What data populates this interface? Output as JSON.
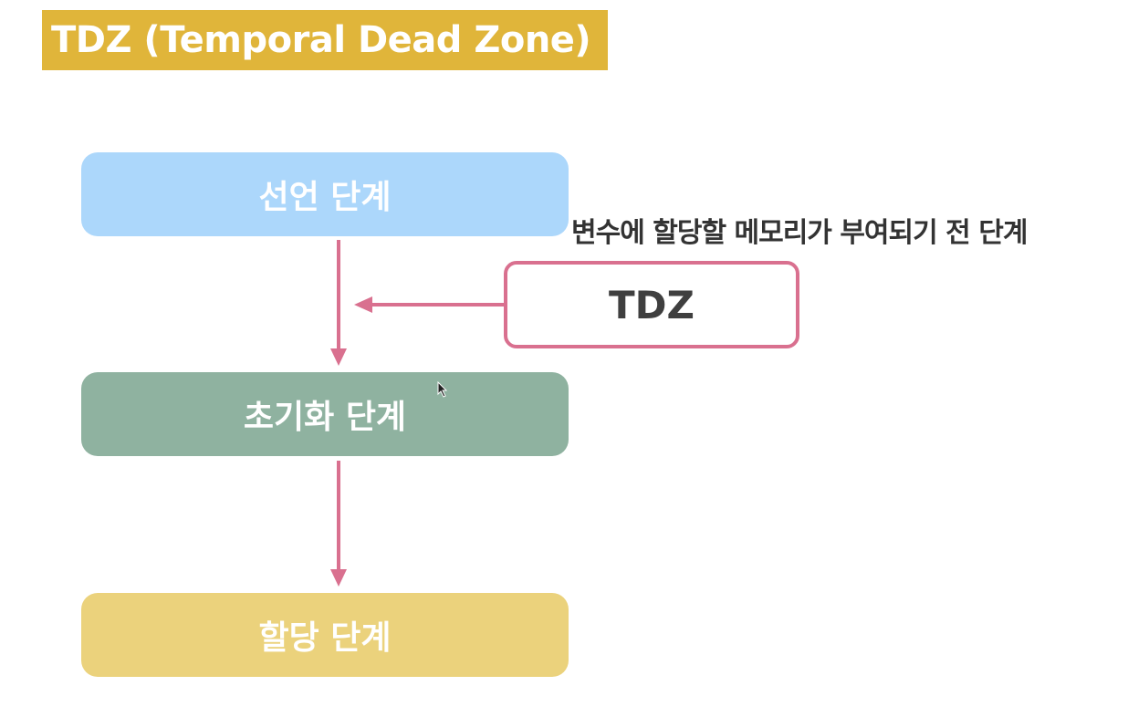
{
  "title": "TDZ (Temporal Dead Zone)",
  "stages": {
    "declare": "선언 단계",
    "init": "초기화 단계",
    "assign": "할당 단계"
  },
  "tdz": {
    "label": "TDZ",
    "description": "변수에 할당할 메모리가 부여되기 전 단계"
  },
  "colors": {
    "title_bg": "#e0b53a",
    "declare_bg": "#acd7fb",
    "init_bg": "#8fb2a0",
    "assign_bg": "#ebd27c",
    "arrow": "#d9708f"
  }
}
